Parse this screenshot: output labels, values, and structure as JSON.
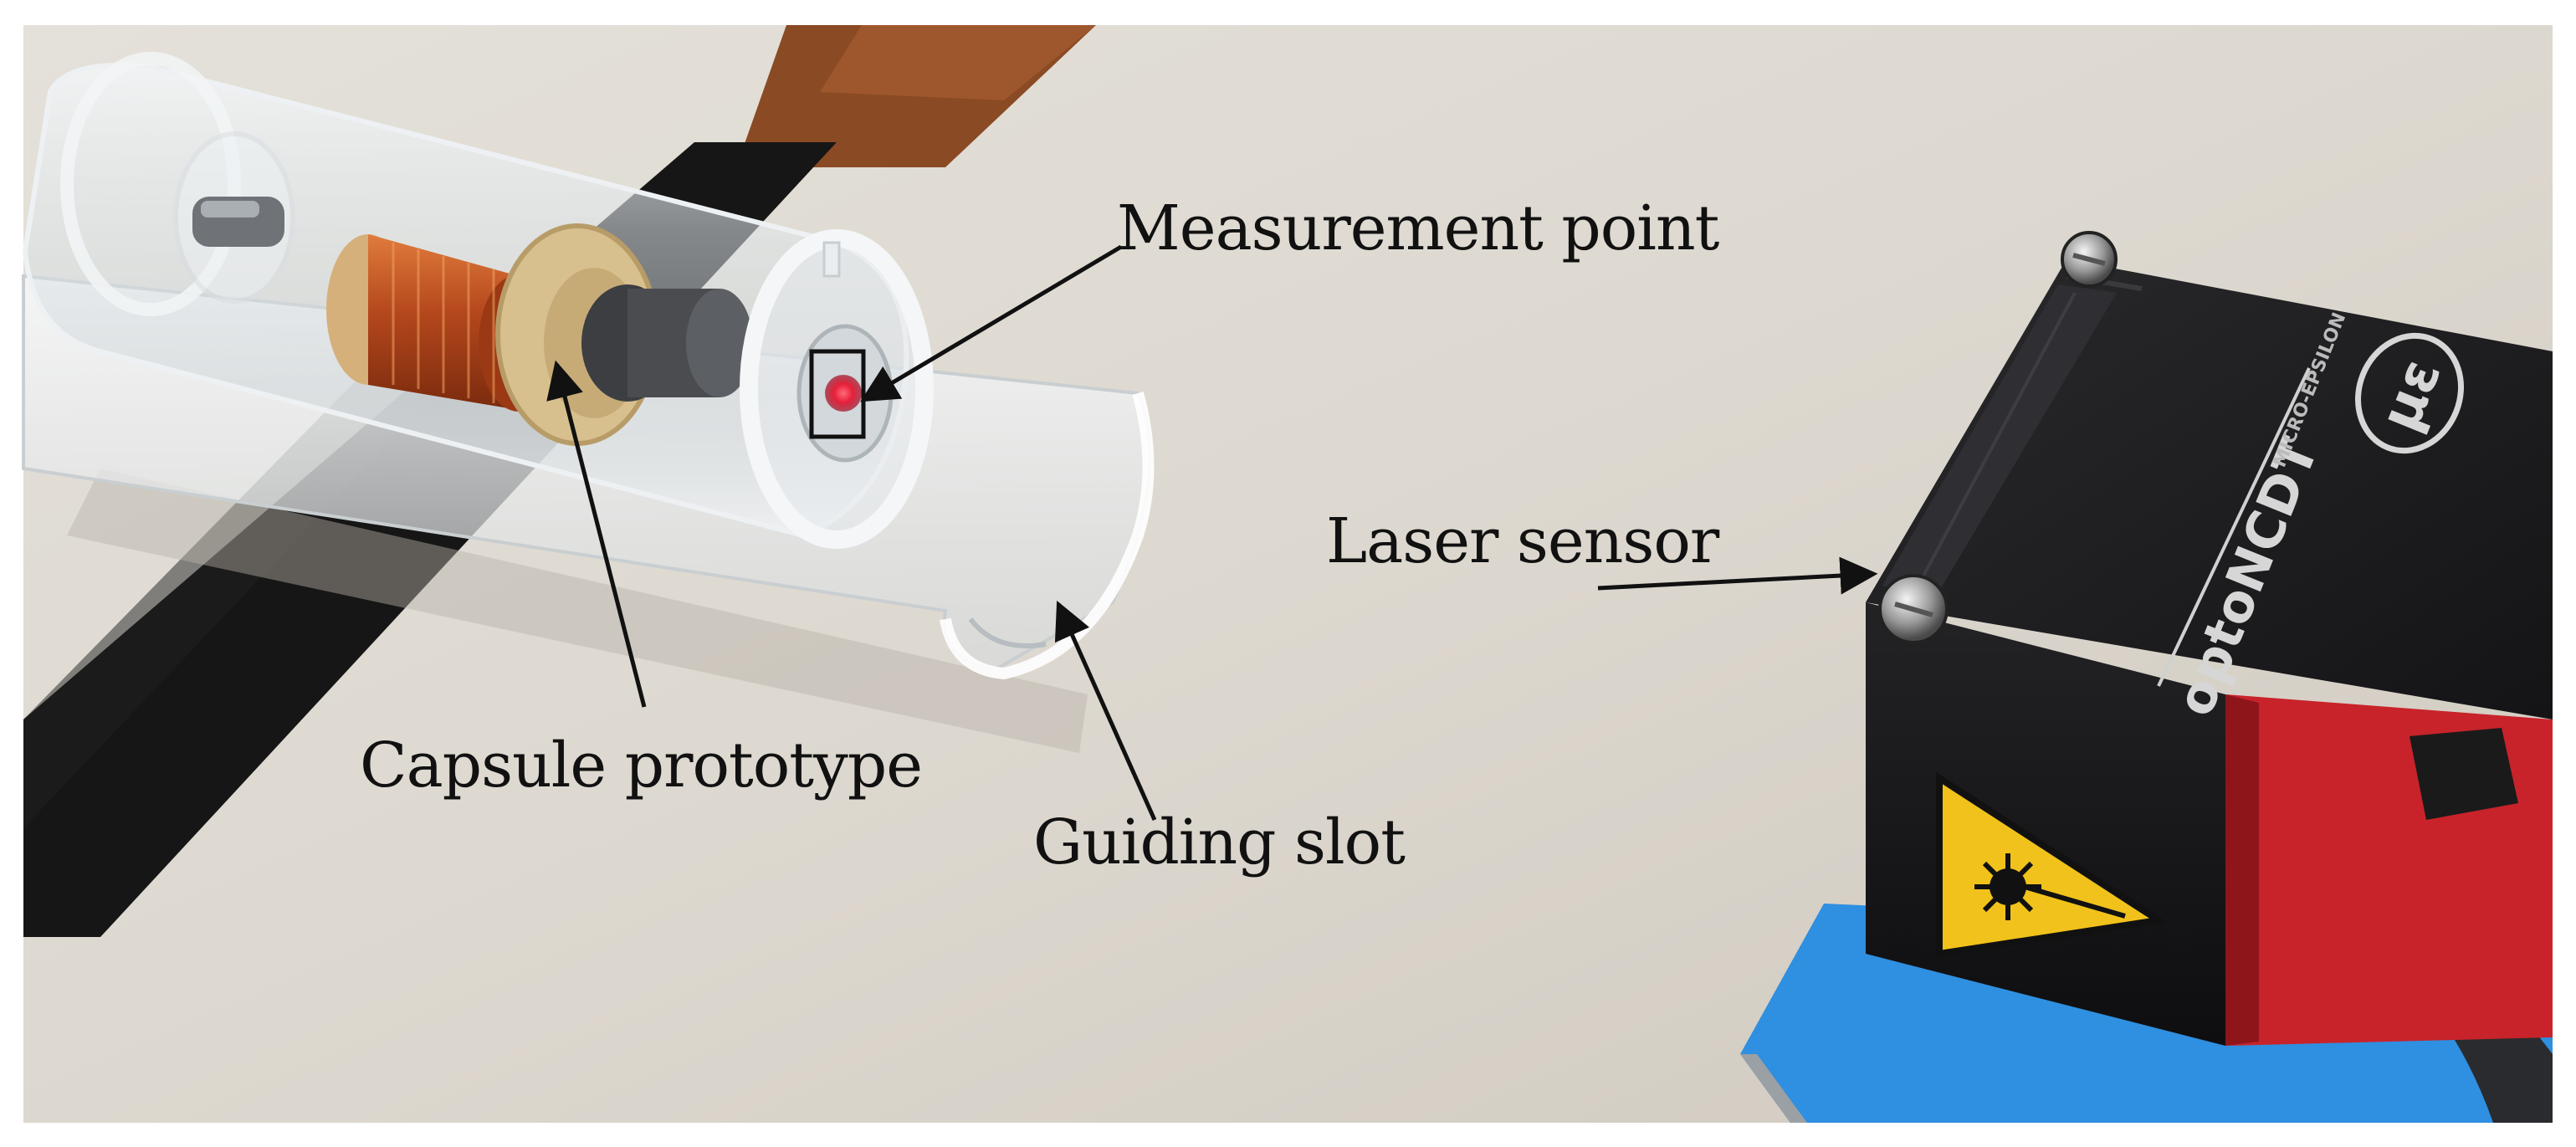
{
  "labels": {
    "measurement_point": "Measurement point",
    "laser_sensor": "Laser sensor",
    "capsule_prototype": "Capsule prototype",
    "guiding_slot": "Guiding slot"
  },
  "sensor": {
    "brand_text": "optoNCDT",
    "maker_text": "MICRO-EPSILON",
    "logo_text": "με"
  },
  "colors": {
    "background": "#dcd8cf",
    "sensor_body": "#1c1c1e",
    "sensor_red": "#c8232a",
    "mount_blue": "#2f8fe0",
    "coil_copper": "#b4471c",
    "laser_dot": "#e8203a",
    "warning_yellow": "#f1c21b"
  },
  "icons": [
    "laser-warning-icon",
    "screw-icon",
    "arrow-icon"
  ]
}
